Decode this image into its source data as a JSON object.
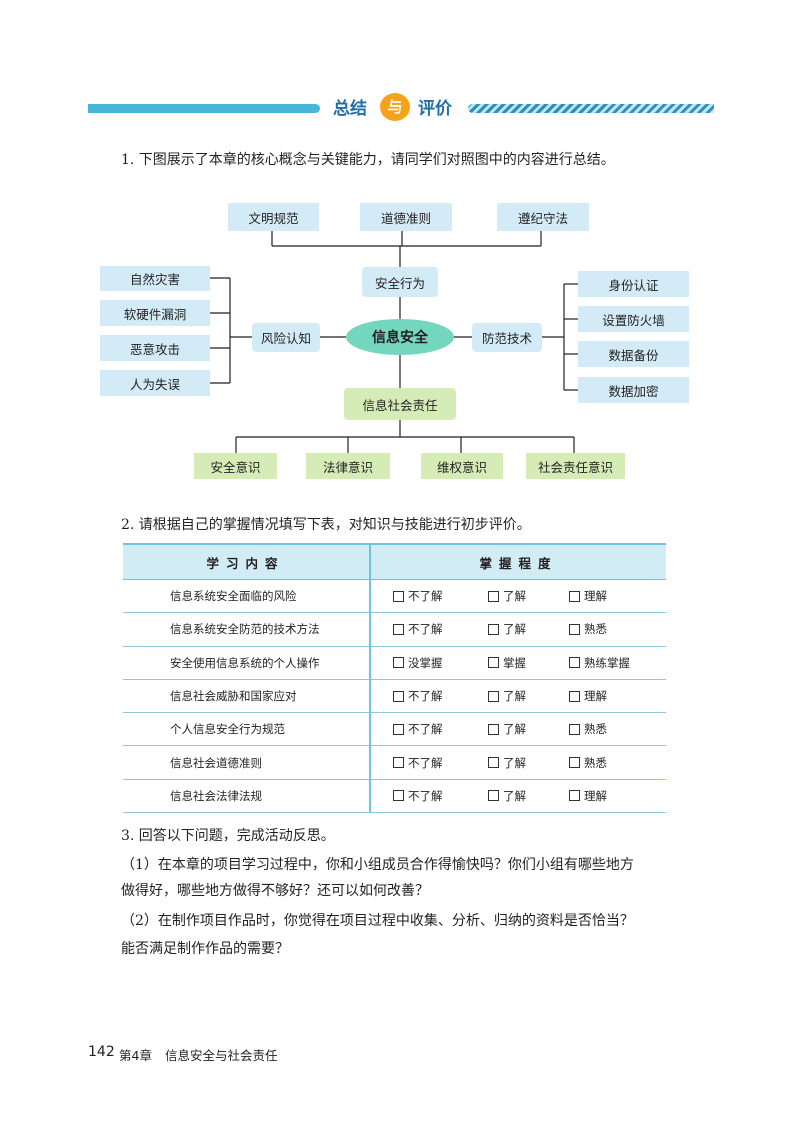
{
  "header": {
    "left_word": "总结",
    "badge_char": "与",
    "right_word": "评价"
  },
  "q1": "1. 下图展示了本章的核心概念与关键能力，请同学们对照图中的内容进行总结。",
  "diagram": {
    "center": "信息安全",
    "top_node": "安全行为",
    "top_items": [
      "文明规范",
      "道德准则",
      "遵纪守法"
    ],
    "left_node": "风险认知",
    "left_items": [
      "自然灾害",
      "软硬件漏洞",
      "恶意攻击",
      "人为失误"
    ],
    "right_node": "防范技术",
    "right_items": [
      "身份认证",
      "设置防火墙",
      "数据备份",
      "数据加密"
    ],
    "bottom_node": "信息社会责任",
    "bottom_items": [
      "安全意识",
      "法律意识",
      "维权意识",
      "社会责任意识"
    ]
  },
  "q2": "2. 请根据自己的掌握情况填写下表，对知识与技能进行初步评价。",
  "table": {
    "headers": [
      "学习内容",
      "掌握程度"
    ],
    "rows": [
      {
        "item": "信息系统安全面临的风险",
        "options": [
          "不了解",
          "了解",
          "理解"
        ]
      },
      {
        "item": "信息系统安全防范的技术方法",
        "options": [
          "不了解",
          "了解",
          "熟悉"
        ]
      },
      {
        "item": "安全使用信息系统的个人操作",
        "options": [
          "没掌握",
          "掌握",
          "熟练掌握"
        ]
      },
      {
        "item": "信息社会威胁和国家应对",
        "options": [
          "不了解",
          "了解",
          "理解"
        ]
      },
      {
        "item": "个人信息安全行为规范",
        "options": [
          "不了解",
          "了解",
          "熟悉"
        ]
      },
      {
        "item": "信息社会道德准则",
        "options": [
          "不了解",
          "了解",
          "熟悉"
        ]
      },
      {
        "item": "信息社会法律法规",
        "options": [
          "不了解",
          "了解",
          "理解"
        ]
      }
    ]
  },
  "q3": {
    "title": "3. 回答以下问题，完成活动反思。",
    "p1_line1": "（1）在本章的项目学习过程中，你和小组成员合作得愉快吗？你们小组有哪些地方",
    "p1_line2": "做得好，哪些地方做得不够好？还可以如何改善？",
    "p2_line1": "（2）在制作项目作品时，你觉得在项目过程中收集、分析、归纳的资料是否恰当？",
    "p2_line2": "能否满足制作作品的需要？"
  },
  "footer": {
    "page": "142",
    "chapter": "第4章",
    "title": "信息安全与社会责任"
  }
}
